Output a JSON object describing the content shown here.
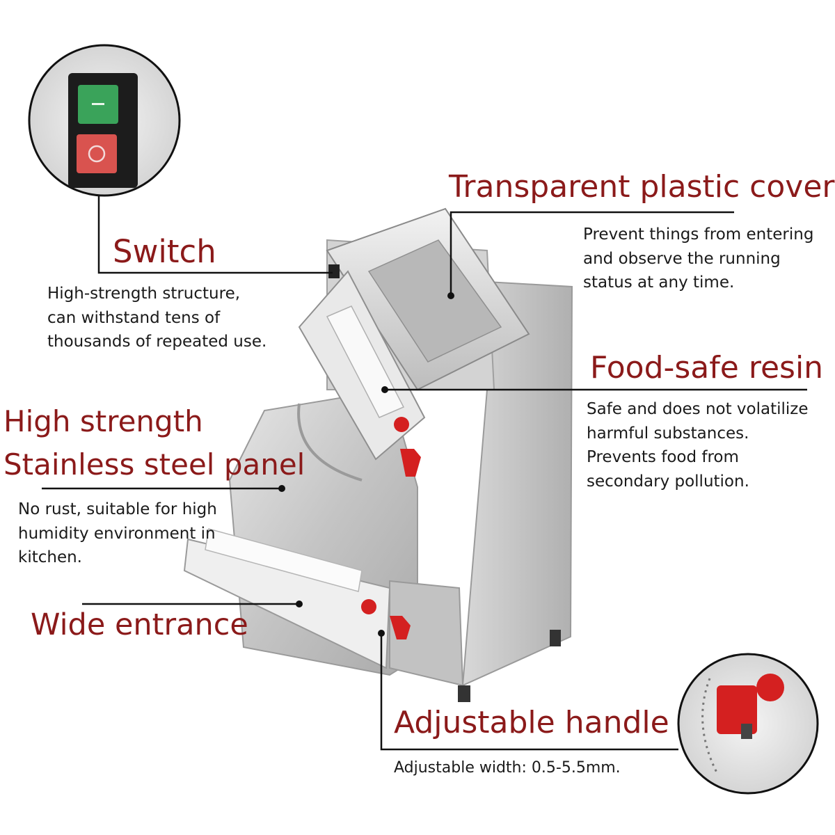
{
  "callouts": {
    "switch": {
      "title": "Switch",
      "lines": [
        "High-strength structure,",
        "can withstand tens of",
        "thousands of repeated use."
      ]
    },
    "cover": {
      "title": "Transparent plastic cover",
      "lines": [
        "Prevent things from entering",
        "and observe the running",
        "status at any time."
      ]
    },
    "resin": {
      "title": "Food-safe resin",
      "lines": [
        "Safe and does not volatilize",
        "harmful substances.",
        "Prevents food from",
        "secondary pollution."
      ]
    },
    "panel": {
      "title_lines": [
        "High strength",
        "Stainless steel panel"
      ],
      "lines": [
        "No rust, suitable for high",
        "humidity environment in",
        "kitchen."
      ]
    },
    "entrance": {
      "title": "Wide entrance"
    },
    "handle": {
      "title": "Adjustable handle",
      "lines": [
        "Adjustable width: 0.5-5.5mm."
      ]
    }
  },
  "colors": {
    "title_red": "#8b1a1a",
    "text": "#1a1a1a",
    "steel": "#c9c9c9",
    "accent_red": "#d42020",
    "switch_green": "#3aa35a",
    "switch_red": "#d9534f"
  }
}
